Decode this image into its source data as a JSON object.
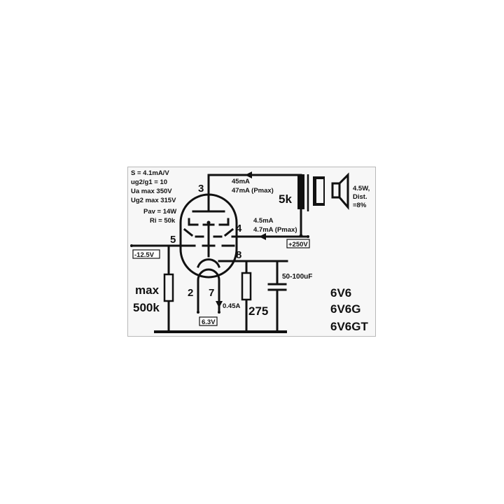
{
  "specs": {
    "transconductance": "S = 4.1mA/V",
    "mu_ratio": "ug2/g1 = 10",
    "ua_max": "Ua max 350V",
    "ug2_max": "Ug2 max 315V",
    "pav": "Pav = 14W",
    "ri": "Ri = 50k"
  },
  "anode": {
    "pin": "3",
    "current": "45mA",
    "current_pmax": "47mA (Pmax)"
  },
  "screen": {
    "pin": "4",
    "current": "4.5mA",
    "current_pmax": "4.7mA (Pmax)"
  },
  "grid": {
    "pin": "5",
    "bias_label": "-12.5V"
  },
  "cathode": {
    "pin": "8"
  },
  "heater": {
    "pin_a": "2",
    "pin_b": "7",
    "current": "0.45A",
    "voltage_label": "6.3V"
  },
  "transformer": {
    "impedance": "5k"
  },
  "speaker": {
    "power": "4.5W,",
    "dist_label": "Dist.",
    "dist_value": "=8%"
  },
  "supply": {
    "label": "+250V"
  },
  "grid_resistor": {
    "line1": "max",
    "line2": "500k"
  },
  "cathode_resistor": {
    "value": "275"
  },
  "cathode_capacitor": {
    "value": "50-100uF"
  },
  "tube_types": [
    "6V6",
    "6V6G",
    "6V6GT"
  ],
  "colors": {
    "ink": "#111111",
    "background": "#f7f7f7",
    "border": "#b8b8b8"
  }
}
